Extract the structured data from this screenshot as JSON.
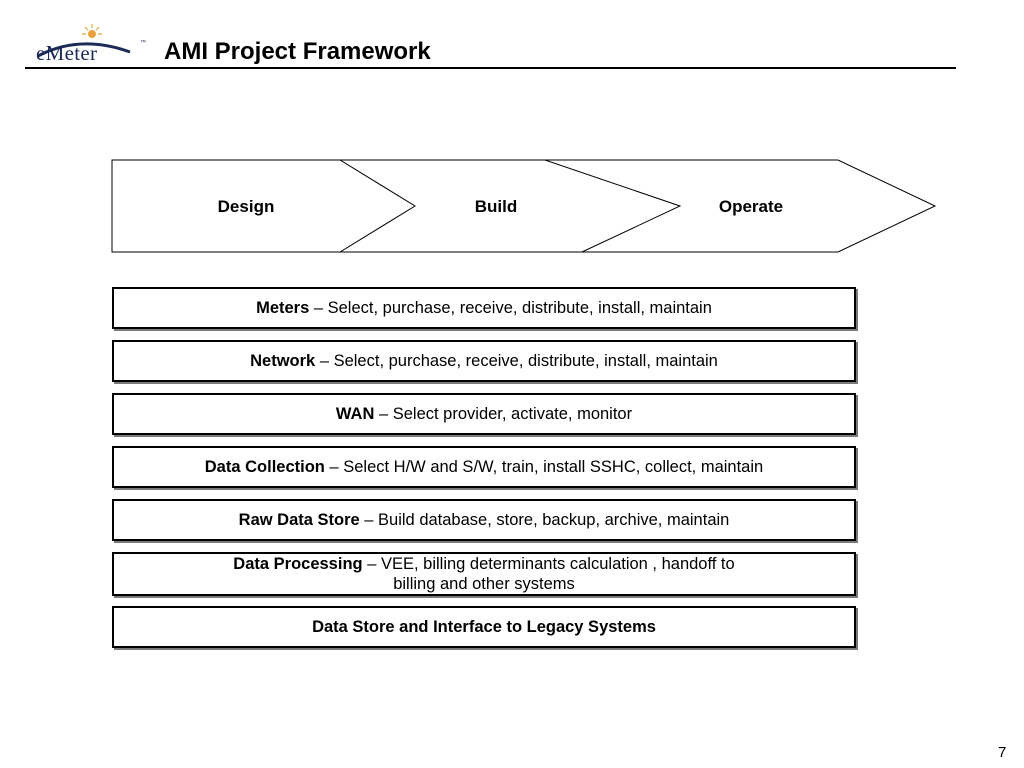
{
  "header": {
    "logo_text": "eMeter",
    "logo_tm": "™",
    "title": "AMI Project Framework"
  },
  "phases": [
    "Design",
    "Build",
    "Operate"
  ],
  "tasks": [
    {
      "name": "Meters",
      "desc": " – Select, purchase, receive, distribute, install, maintain",
      "desc2": ""
    },
    {
      "name": "Network",
      "desc": " – Select, purchase, receive, distribute, install, maintain",
      "desc2": ""
    },
    {
      "name": "WAN",
      "desc": " – Select provider, activate, monitor",
      "desc2": ""
    },
    {
      "name": "Data Collection",
      "desc": " – Select H/W and S/W, train, install SSHC, collect, maintain",
      "desc2": ""
    },
    {
      "name": "Raw Data Store",
      "desc": " – Build database,  store, backup, archive, maintain",
      "desc2": ""
    },
    {
      "name": "Data Processing",
      "desc": " – VEE, billing determinants calculation , handoff to",
      "desc2": "billing and other systems"
    },
    {
      "name": "Data Store and Interface to Legacy Systems",
      "desc": "",
      "desc2": ""
    }
  ],
  "page_number": "7",
  "colors": {
    "logo_blue": "#1c2a57",
    "logo_sun": "#e8a33c"
  }
}
